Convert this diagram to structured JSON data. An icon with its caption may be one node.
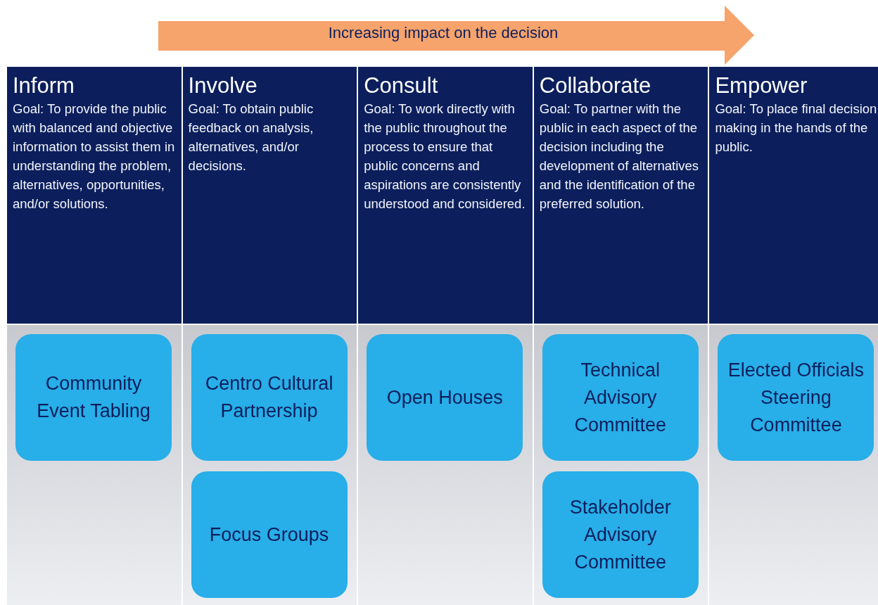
{
  "diagram": {
    "nodes": [
      {
        "text": [
          "Inform",
          "Goal: To provide the public with balanced and objective information to assist them in understanding the problem, alternatives, opportunities, and/or solutions."
        ]
      },
      {
        "text": [
          "Involve",
          "Goal: To obtain public feedback on analysis, alternatives, and/or decisions."
        ]
      },
      {
        "text": [
          "Consult",
          "Goal: To work directly with the public throughout the process to ensure that public concerns and aspirations are consistently understood and considered."
        ]
      },
      {
        "text": [
          "Collaborate",
          "Goal: To partner with the public in each aspect of the decision including the development of alternatives and the identification of the preferred solution."
        ]
      },
      {
        "text": [
          "Empower",
          "Goal: To place final decision making in the hands of the public."
        ]
      },
      {
        "text": [
          "Community Event Tabling"
        ]
      },
      {
        "text": [
          "Centro Cultural Partnership"
        ]
      },
      {
        "text": [
          "Open Houses"
        ]
      },
      {
        "text": [
          "Technical Advisory Committee"
        ]
      },
      {
        "text": [
          "Elected Officials Steering Committee"
        ]
      },
      {
        "text": [
          "Focus Groups"
        ]
      },
      {
        "text": [
          "Stakeholder Advisory Committee"
        ]
      }
    ],
    "edges": [],
    "labels": [
      "Increasing impact on the decision"
    ]
  }
}
